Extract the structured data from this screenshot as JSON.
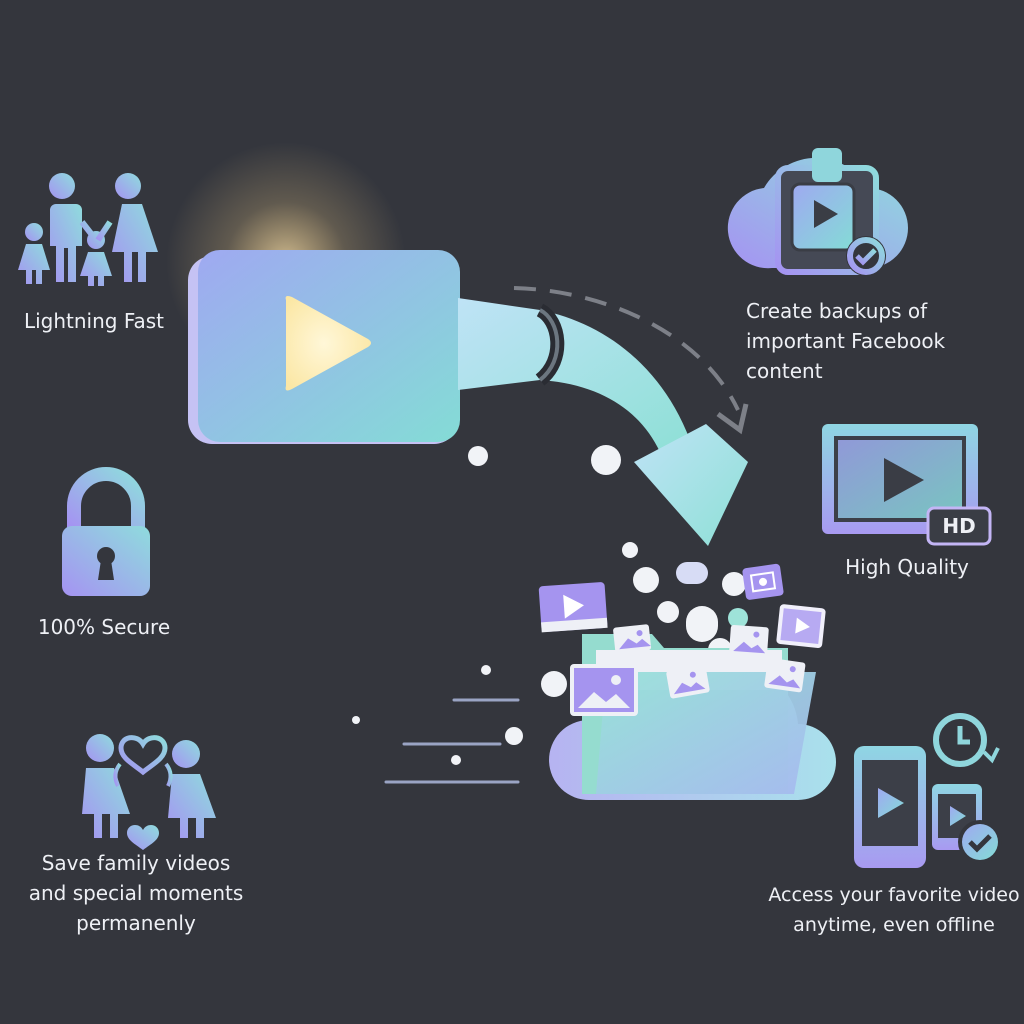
{
  "features": {
    "lightning_fast": "Lightning Fast",
    "secure": "100% Secure",
    "family": [
      "Save family videos",
      "and special moments",
      "permanenly"
    ],
    "backup": [
      "Create backups of",
      "important Facebook",
      "content"
    ],
    "hd": "High Quality",
    "offline": [
      "Access your favorite video",
      "anytime, even offline"
    ]
  },
  "icons": {
    "family": "family-icon",
    "lock": "padlock-icon",
    "couple": "couple-heart-icon",
    "backup": "cloud-backup-icon",
    "hd": "hd-monitor-icon",
    "offline": "devices-clock-icon",
    "hd_badge": "HD"
  },
  "colors": {
    "background": "#34363d",
    "gradient_start": "#a99bf3",
    "gradient_end": "#86e0dc",
    "play_glow": "#ffeec0"
  }
}
